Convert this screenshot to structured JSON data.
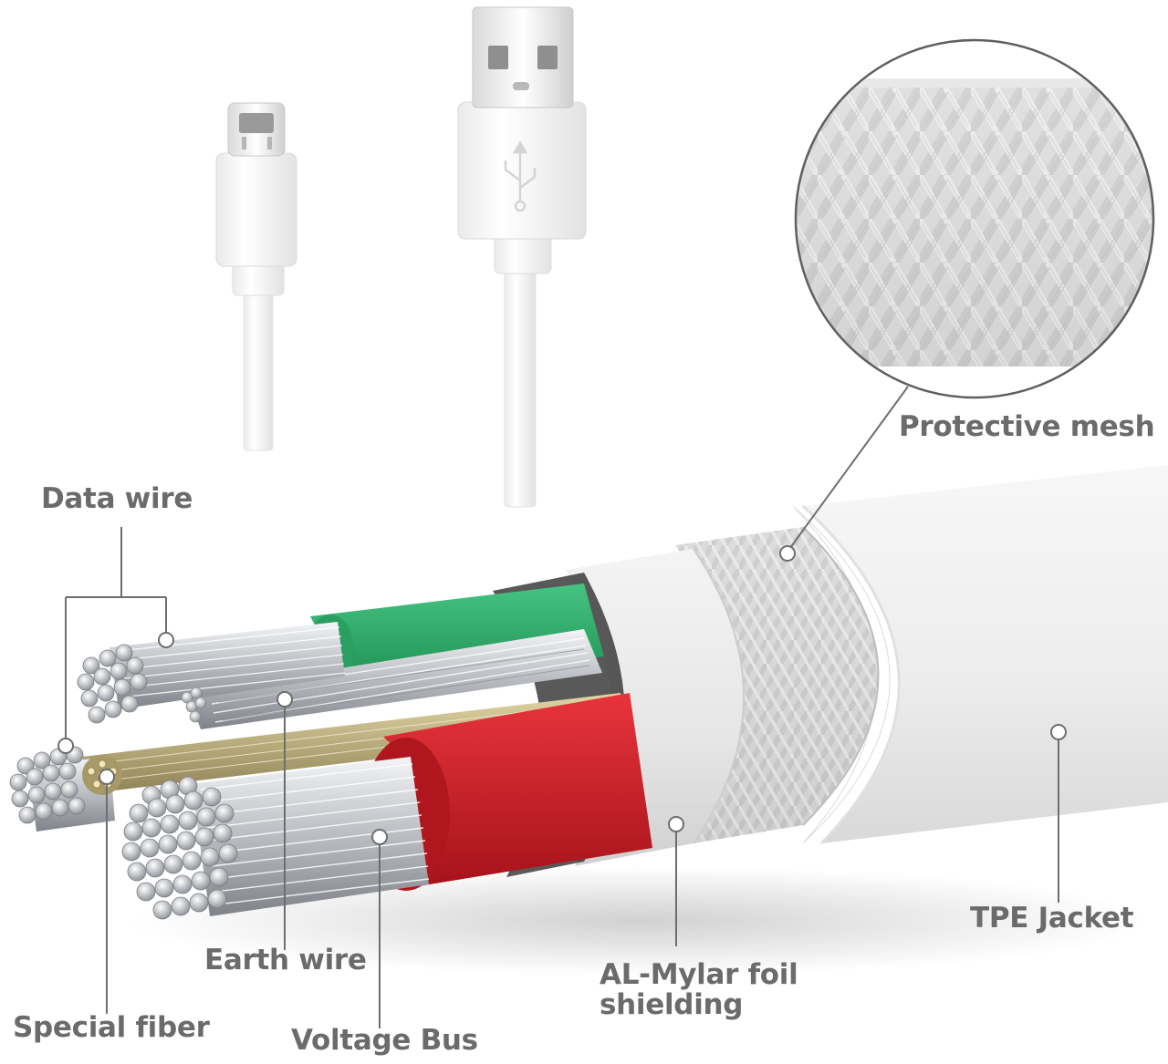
{
  "labels": {
    "protective_mesh": "Protective mesh",
    "data_wire": "Data wire",
    "tpe_jacket": "TPE Jacket",
    "earth_wire": "Earth wire",
    "al_mylar_line1": "AL-Mylar foil",
    "al_mylar_line2": "shielding",
    "special_fiber": "Special fiber",
    "voltage_bus": "Voltage Bus"
  },
  "colors": {
    "label_text": "#6b6b6b",
    "leader_line": "#6e6e6e",
    "green_insulation": "#2fae6c",
    "red_insulation": "#d6202a",
    "jacket_white": "#f2f2f2",
    "strand_silver": "#b9bcc1"
  },
  "icons": {
    "micro_usb": "micro-usb-connector-icon",
    "usb_a": "usb-a-connector-icon",
    "usb_trident": "usb-trident-icon"
  }
}
